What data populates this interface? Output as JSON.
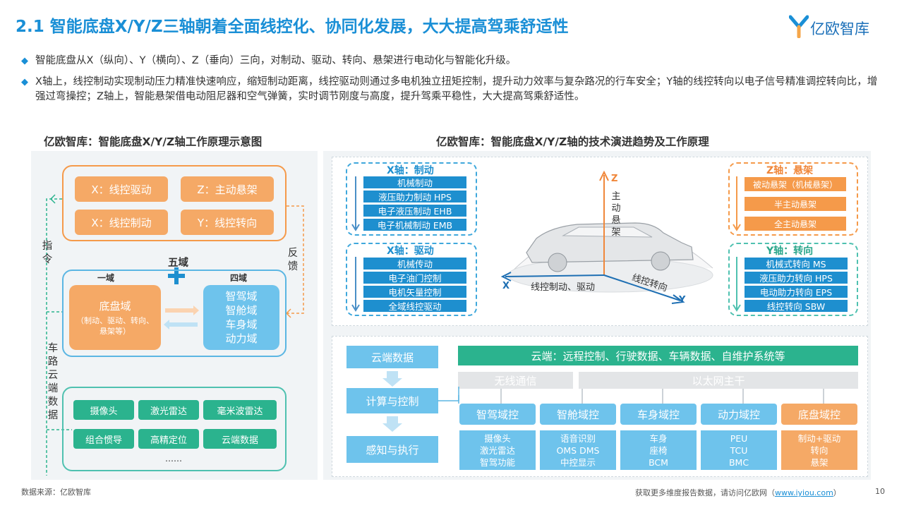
{
  "page": {
    "title": "2.1 智能底盘X/Y/Z三轴朝着全面线控化、协同化发展，大大提高驾乘舒适性",
    "logo": "亿欧智库",
    "bullets": [
      "智能底盘从X（纵向）、Y（横向）、Z（垂向）三向，对制动、驱动、转向、悬架进行电动化与智能化升级。",
      "X轴上，线控制动实现制动压力精准快速响应，缩短制动距离，线控驱动则通过多电机独立扭矩控制，提升动力效率与复杂路况的行车安全；Y轴的线控转向以电子信号精准调控转向比，增强过弯操控；Z轴上，智能悬架借电动阻尼器和空气弹簧，实时调节刚度与高度，提升驾乘平稳性，大大提高驾乘舒适性。"
    ],
    "source": "数据来源：亿欧智库",
    "footer_text": "获取更多维度报告数据，请访问亿欧网（",
    "footer_link": "www.iyiou.com",
    "footer_close": "）",
    "page_number": "10"
  },
  "left": {
    "title": "亿欧智库：智能底盘X/Y/Z轴工作原理示意图",
    "top_boxes": [
      "X：线控驱动",
      "Z：主动悬架",
      "X：线控制动",
      "Y：线控转向"
    ],
    "label_zhiling": "指令",
    "label_fankui": "反馈",
    "five_domains": "五域",
    "one_domain": "一域",
    "four_domains": "四域",
    "chassis_title": "底盘域",
    "chassis_sub": "（制动、驱动、转向、悬架等）",
    "four_list": [
      "智驾域",
      "智舱域",
      "车身域",
      "动力域"
    ],
    "label_cloud": "车路云端数据",
    "sensors": [
      "摄像头",
      "激光雷达",
      "毫米波雷达",
      "组合惯导",
      "高精定位",
      "云端数据"
    ],
    "more": "……"
  },
  "right": {
    "title": "亿欧智库：智能底盘X/Y/Z轴的技术演进趋势及工作原理",
    "x_brake": {
      "title": "X轴：制动",
      "items": [
        "机械制动",
        "液压助力制动 HPS",
        "电子液压制动 EHB",
        "电子机械制动 EMB"
      ]
    },
    "x_drive": {
      "title": "X轴：驱动",
      "items": [
        "机械传动",
        "电子油门控制",
        "电机矢量控制",
        "全域线控驱动"
      ]
    },
    "z_susp": {
      "title": "Z轴：悬架",
      "items": [
        "被动悬架（机械悬架）",
        "半主动悬架",
        "全主动悬架"
      ]
    },
    "y_steer": {
      "title": "Y轴：转向",
      "items": [
        "机械式转向 MS",
        "液压助力转向 HPS",
        "电动助力转向 EPS",
        "线控转向 SBW"
      ]
    },
    "axis": {
      "z": "Z",
      "x": "X",
      "y": "Y",
      "z_label": "主动悬架",
      "x_label": "线控制动、驱动",
      "y_label": "线控转向"
    },
    "layers": [
      "云端数据",
      "计算与控制",
      "感知与执行"
    ],
    "cloud_desc": "云端：远程控制、行驶数据、车辆数据、自维护系统等",
    "wireless": "无线通信",
    "ethernet": "以太网主干",
    "controllers": [
      {
        "name": "智驾域控",
        "items": [
          "摄像头",
          "激光雷达",
          "智驾功能"
        ]
      },
      {
        "name": "智舱域控",
        "items": [
          "语音识别",
          "OMS DMS",
          "中控显示"
        ]
      },
      {
        "name": "车身域控",
        "items": [
          "车身",
          "座椅",
          "BCM"
        ]
      },
      {
        "name": "动力域控",
        "items": [
          "PEU",
          "TCU",
          "BMC"
        ]
      },
      {
        "name": "底盘域控",
        "items": [
          "制动+驱动",
          "转向",
          "悬架"
        ]
      }
    ]
  },
  "colors": {
    "accent": "#1a8fd6",
    "orange": "#f5a966",
    "green": "#2bb38e",
    "blue": "#1e8fcf",
    "teal": "#6dc7b8"
  }
}
